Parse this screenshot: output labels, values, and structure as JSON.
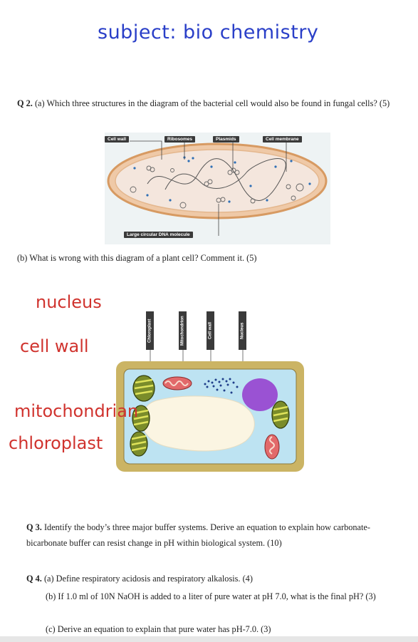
{
  "header": {
    "subject": "subject: bio chemistry"
  },
  "q2": {
    "number": "Q 2.",
    "part_a": "(a) Which three structures in the diagram of the bacterial cell would also be found in fungal cells? (5)",
    "diagram1_labels": [
      "Cell wall",
      "Ribosomes",
      "Plasmids",
      "Cell membrane"
    ],
    "diagram1_bottom_label": "Large circular DNA molecule",
    "part_b": "(b) What is wrong with this diagram of a plant cell? Comment it. (5)",
    "diagram2_labels": [
      "Chloroplast",
      "Mitochondrion",
      "Cell wall",
      "Nucleus"
    ],
    "handwritten_answers": [
      "nucleus",
      "cell wall",
      "mitochondrian",
      "chloroplast"
    ]
  },
  "q3": {
    "number": "Q 3.",
    "text": "Identify the body’s three major buffer systems. Derive an equation to explain how carbonate-bicarbonate buffer can resist change in pH within biological system. (10)"
  },
  "q4": {
    "number": "Q 4.",
    "part_a": "(a) Define respiratory acidosis and respiratory alkalosis. (4)",
    "part_b": "(b) If 1.0 ml of 10N NaOH is added to a liter of pure water at pH 7.0, what is the final pH? (3)",
    "part_c": "(c) Derive an equation to explain that pure water has pH-7.0. (3)"
  },
  "colors": {
    "ink_blue": "#2a3fc8",
    "ink_red": "#d0332e"
  }
}
